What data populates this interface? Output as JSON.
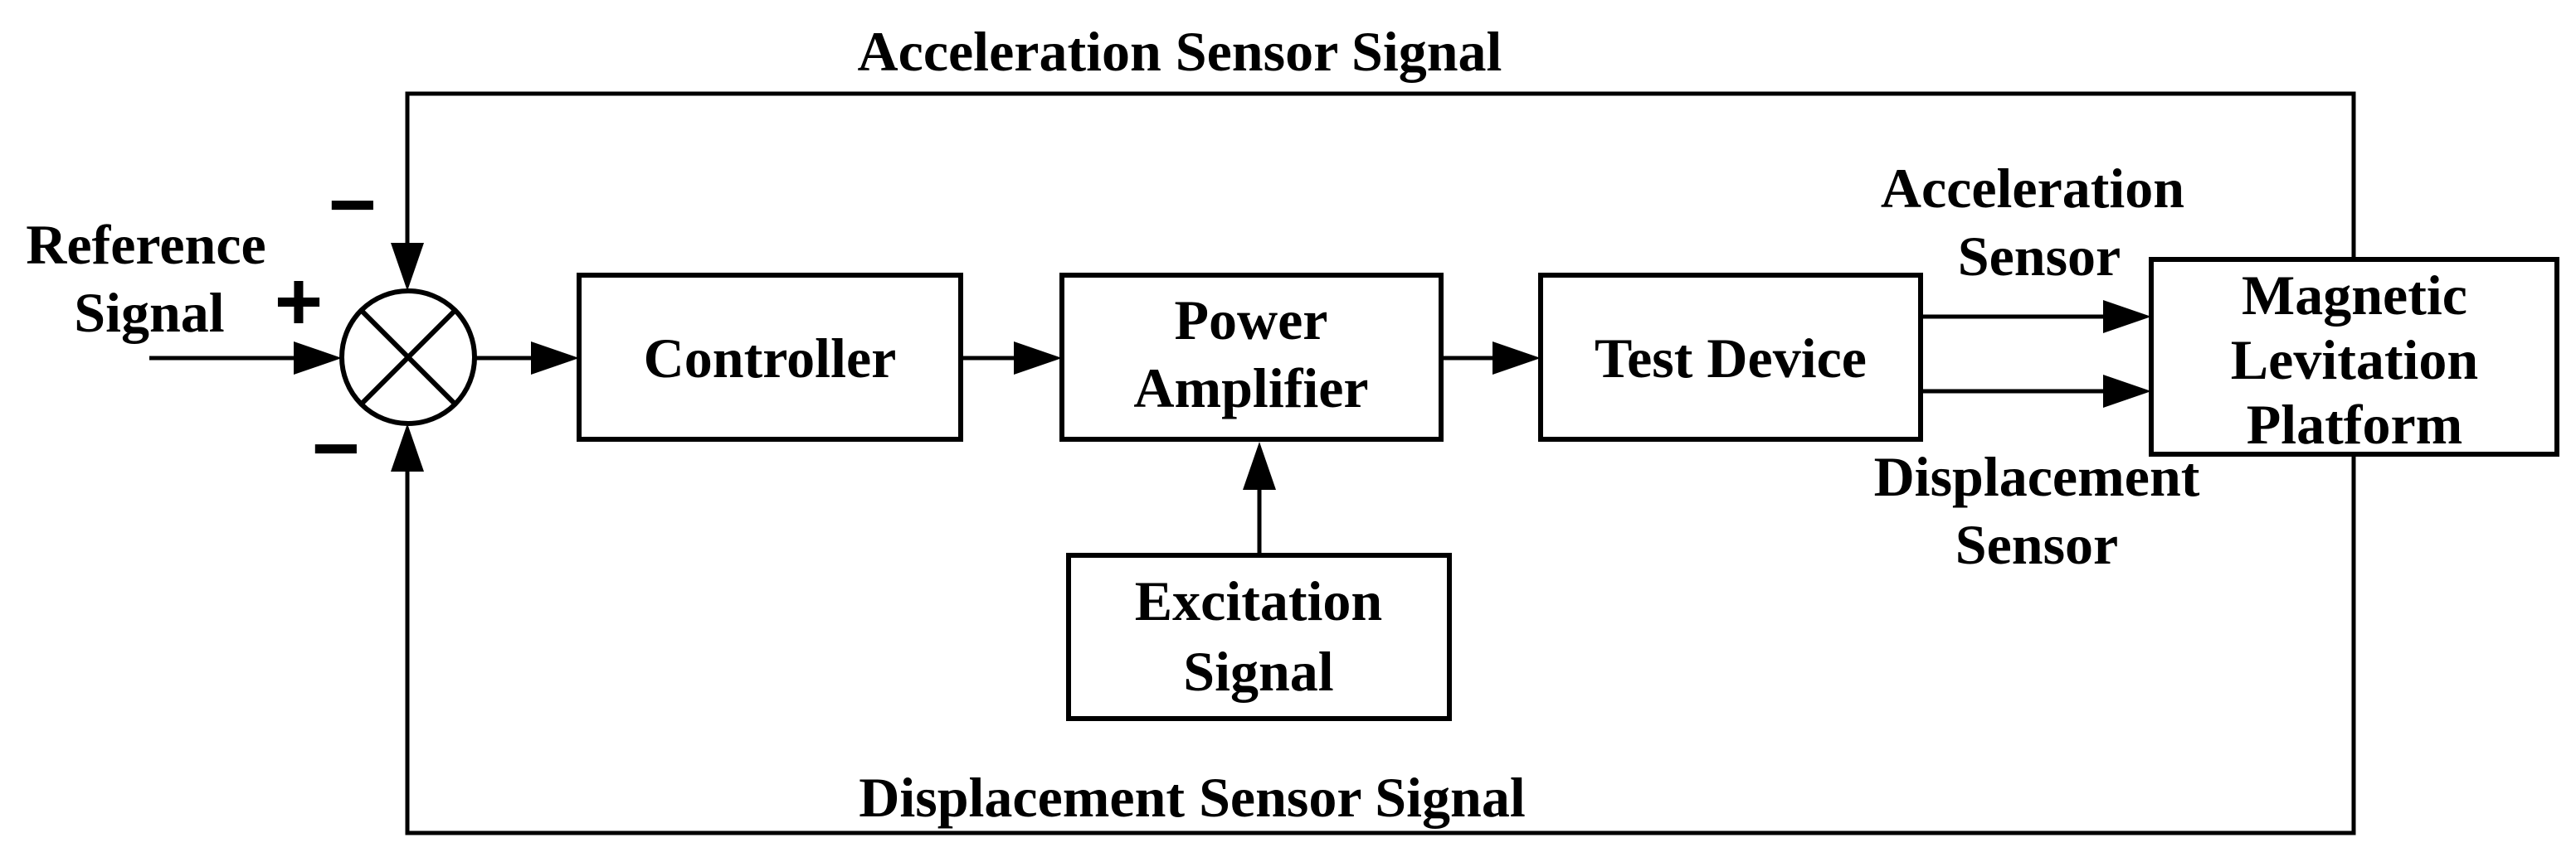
{
  "diagram": {
    "background": "#ffffff",
    "line_color": "#000000",
    "feedback_labels": {
      "top": "Acceleration Sensor Signal",
      "bottom": "Displacement Sensor Signal"
    },
    "input_label": {
      "line1": "Reference",
      "line2": "Signal"
    },
    "summing_junction": {
      "plus": "+",
      "minus_top": "−",
      "minus_bottom": "−"
    },
    "blocks": {
      "controller": {
        "label": "Controller"
      },
      "power_amplifier": {
        "line1": "Power",
        "line2": "Amplifier"
      },
      "test_device": {
        "label": "Test Device"
      },
      "magnetic_levitation_platform": {
        "line1": "Magnetic",
        "line2": "Levitation",
        "line3": "Platform"
      },
      "excitation_signal": {
        "line1": "Excitation",
        "line2": "Signal"
      }
    },
    "sensor_labels": {
      "acceleration": {
        "line1": "Acceleration",
        "line2": "Sensor"
      },
      "displacement": {
        "line1": "Displacement",
        "line2": "Sensor"
      }
    }
  }
}
